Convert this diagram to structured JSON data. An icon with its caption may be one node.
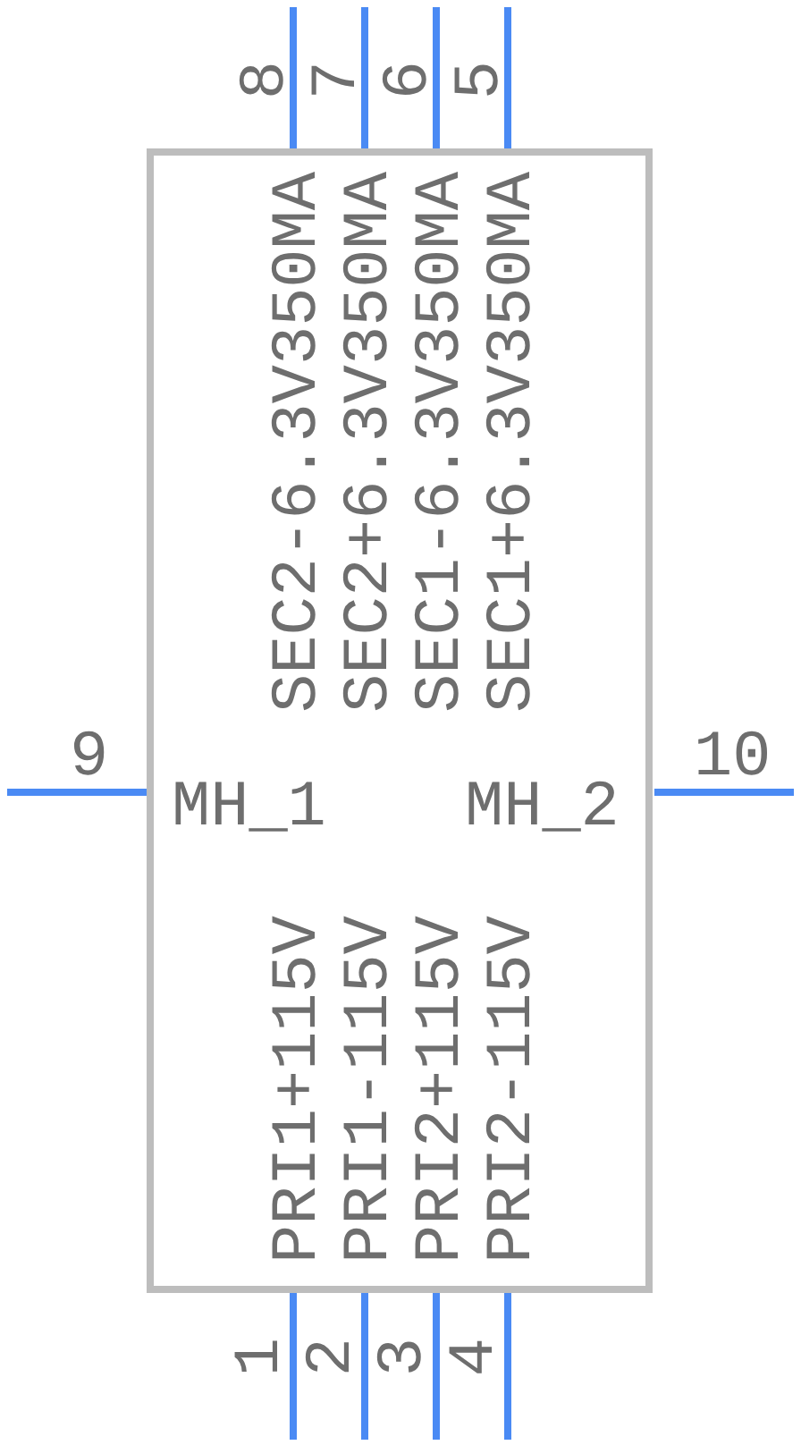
{
  "diagram": {
    "labels": [
      "8",
      "7",
      "6",
      "5",
      "SEC2-6.3V350MA",
      "SEC2+6.3V350MA",
      "SEC1-6.3V350MA",
      "SEC1+6.3V350MA",
      "9",
      "10",
      "MH_1",
      "MH_2",
      "PRI1+115V",
      "PRI1-115V",
      "PRI2+115V",
      "PRI2-115V",
      "1",
      "2",
      "3",
      "4"
    ]
  }
}
